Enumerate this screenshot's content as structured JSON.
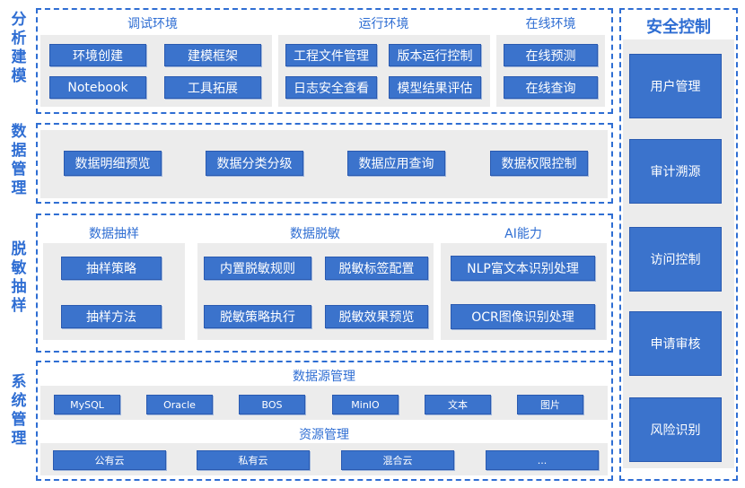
{
  "rows": {
    "fenxi": "分析建模",
    "shuju": "数据管理",
    "tuomin": "脱敏抽样",
    "xitong": "系统管理"
  },
  "fenxi": {
    "debug": {
      "title": "调试环境",
      "items": [
        "环境创建",
        "建模框架",
        "Notebook",
        "工具拓展"
      ]
    },
    "run": {
      "title": "运行环境",
      "items": [
        "工程文件管理",
        "版本运行控制",
        "日志安全查看",
        "模型结果评估"
      ]
    },
    "online": {
      "title": "在线环境",
      "items": [
        "在线预测",
        "在线查询"
      ]
    }
  },
  "shuju": {
    "items": [
      "数据明细预览",
      "数据分类分级",
      "数据应用查询",
      "数据权限控制"
    ]
  },
  "tuomin": {
    "sampling": {
      "title": "数据抽样",
      "items": [
        "抽样策略",
        "抽样方法"
      ]
    },
    "desens": {
      "title": "数据脱敏",
      "items": [
        "内置脱敏规则",
        "脱敏标签配置",
        "脱敏策略执行",
        "脱敏效果预览"
      ]
    },
    "ai": {
      "title": "AI能力",
      "items": [
        "NLP富文本识别处理",
        "OCR图像识别处理"
      ]
    }
  },
  "xitong": {
    "datasource": {
      "title": "数据源管理",
      "items": [
        "MySQL",
        "Oracle",
        "BOS",
        "MinIO",
        "文本",
        "图片"
      ]
    },
    "resource": {
      "title": "资源管理",
      "items": [
        "公有云",
        "私有云",
        "混合云",
        "..."
      ]
    }
  },
  "security": {
    "title": "安全控制",
    "items": [
      "用户管理",
      "审计溯源",
      "访问控制",
      "申请审核",
      "风险识别"
    ]
  }
}
